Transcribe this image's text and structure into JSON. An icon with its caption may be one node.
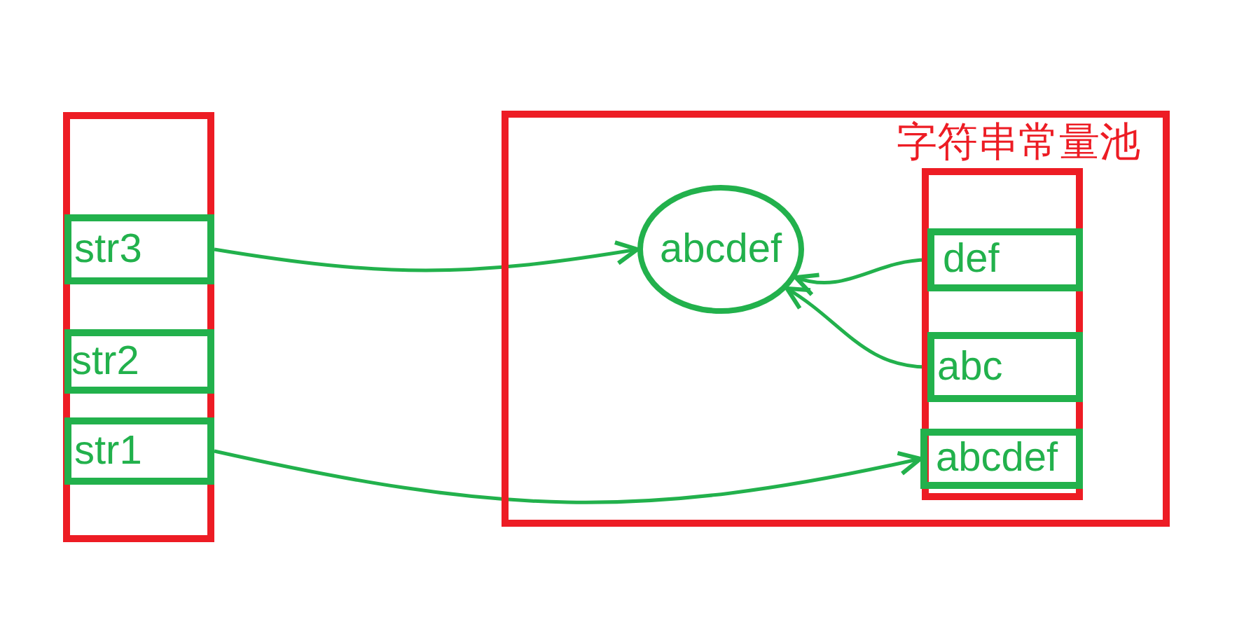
{
  "diagram": {
    "nodes": [
      {
        "text": [],
        "shape": "box"
      },
      {
        "text": [
          "str3"
        ],
        "in": 0
      },
      {
        "text": [
          "str2"
        ],
        "in": 0
      },
      {
        "text": [
          "str1"
        ],
        "in": 0
      },
      {
        "text": [
          "字符串常量池"
        ]
      },
      {
        "text": [
          "abcdef"
        ],
        "in": 4
      },
      {
        "text": [],
        "shape": "box",
        "in": 4
      },
      {
        "text": [
          "def"
        ],
        "in": 6
      },
      {
        "text": [
          "abc"
        ],
        "in": 6
      },
      {
        "text": [
          "abcdef"
        ],
        "in": 6
      }
    ],
    "edges": [
      {
        "from": 1,
        "to": 5,
        "arrow": "to"
      },
      {
        "from": 7,
        "to": 5,
        "arrow": "to"
      },
      {
        "from": 8,
        "to": 5,
        "arrow": "to"
      },
      {
        "from": 3,
        "to": 9,
        "arrow": "to"
      }
    ]
  }
}
